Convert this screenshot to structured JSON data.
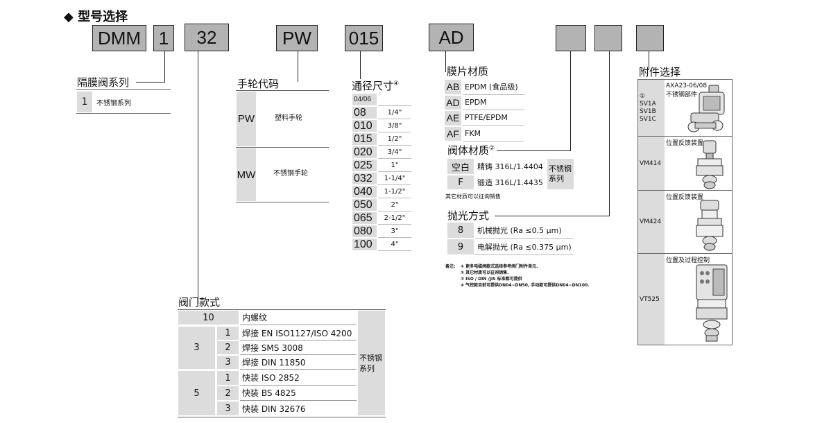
{
  "title": "◆ 型号选择",
  "code_boxes": [
    "DMM",
    "1",
    "32",
    "PW",
    "015",
    "AD",
    "",
    "",
    ""
  ],
  "series": {
    "label": "隔膜阀系列",
    "row": {
      "code": "1",
      "text": "不锈钢系列"
    }
  },
  "handwheel": {
    "label": "手轮代码",
    "rows": [
      {
        "code": "PW",
        "text": "塑料手轮"
      },
      {
        "code": "MW",
        "text": "不锈钢手轮"
      }
    ]
  },
  "size": {
    "label": "通径尺寸",
    "sup": "④",
    "rows": [
      {
        "code": "04/06",
        "inch": ""
      },
      {
        "code": "08",
        "inch": "1/4\""
      },
      {
        "code": "010",
        "inch": "3/8\""
      },
      {
        "code": "015",
        "inch": "1/2\""
      },
      {
        "code": "020",
        "inch": "3/4\""
      },
      {
        "code": "025",
        "inch": "1\""
      },
      {
        "code": "032",
        "inch": "1-1/4\""
      },
      {
        "code": "040",
        "inch": "1-1/2\""
      },
      {
        "code": "050",
        "inch": "2\""
      },
      {
        "code": "065",
        "inch": "2-1/2\""
      },
      {
        "code": "080",
        "inch": "3\""
      },
      {
        "code": "100",
        "inch": "4\""
      }
    ]
  },
  "membrane": {
    "label": "膜片材质",
    "rows": [
      {
        "code": "AB",
        "text": "EPDM (食品级)"
      },
      {
        "code": "AD",
        "text": "EPDM"
      },
      {
        "code": "AE",
        "text": "PTFE/EPDM"
      },
      {
        "code": "AF",
        "text": "FKM"
      }
    ]
  },
  "body_material": {
    "label": "阀体材质",
    "sup": "②",
    "rows": [
      {
        "code": "空白",
        "text": "精铸 316L/1.4404"
      },
      {
        "code": "F",
        "text": "锻造 316L/1.4435"
      }
    ],
    "group": "不锈钢系列",
    "note": "其它材质可以征询销售"
  },
  "polish": {
    "label": "抛光方式",
    "rows": [
      {
        "code": "8",
        "text": "机械抛光 (Ra ≤0.5 μm)"
      },
      {
        "code": "9",
        "text": "电解抛光 (Ra ≤0.375 μm)"
      }
    ]
  },
  "notes": {
    "prefix": "备注:",
    "lines": [
      "① 更多电磁阀款式选择参考阀门附件单元.",
      "② 其它材质可以征询销售.",
      "③ ISO / DIN /JIS 标准都可提供",
      "④ 气控款目前可提供DN04~DN50, 手动款可提供DN04~DN100."
    ]
  },
  "valve_style": {
    "label": "阀门款式",
    "row10": {
      "code": "10",
      "text": "内螺纹"
    },
    "group3": {
      "code": "3",
      "rows": [
        {
          "sub": "1",
          "text": "焊接 EN ISO1127/ISO 4200"
        },
        {
          "sub": "2",
          "text": "焊接 SMS 3008"
        },
        {
          "sub": "3",
          "text": "焊接 DIN 11850"
        }
      ]
    },
    "group5": {
      "code": "5",
      "rows": [
        {
          "sub": "1",
          "text": "快装 ISO 2852"
        },
        {
          "sub": "2",
          "text": "快装 BS 4825"
        },
        {
          "sub": "3",
          "text": "快装 DIN 32676"
        }
      ]
    },
    "side": "不锈钢系列"
  },
  "accessory": {
    "label": "附件选择",
    "rows": [
      {
        "codes": [
          "①",
          "SV1A",
          "SV1B",
          "SV1C"
        ],
        "desc": "AXA23-06/08",
        "desc2": "不锈钢部件",
        "icon": "solenoid-valve-icon"
      },
      {
        "codes": [
          "VM414"
        ],
        "desc": "位置反馈装置",
        "icon": "position-feedback-icon"
      },
      {
        "codes": [
          "VM424"
        ],
        "desc": "位置反馈装置",
        "icon": "position-feedback-icon"
      },
      {
        "codes": [
          "VT525"
        ],
        "desc": "位置及过程控制",
        "icon": "process-controller-icon"
      }
    ]
  }
}
